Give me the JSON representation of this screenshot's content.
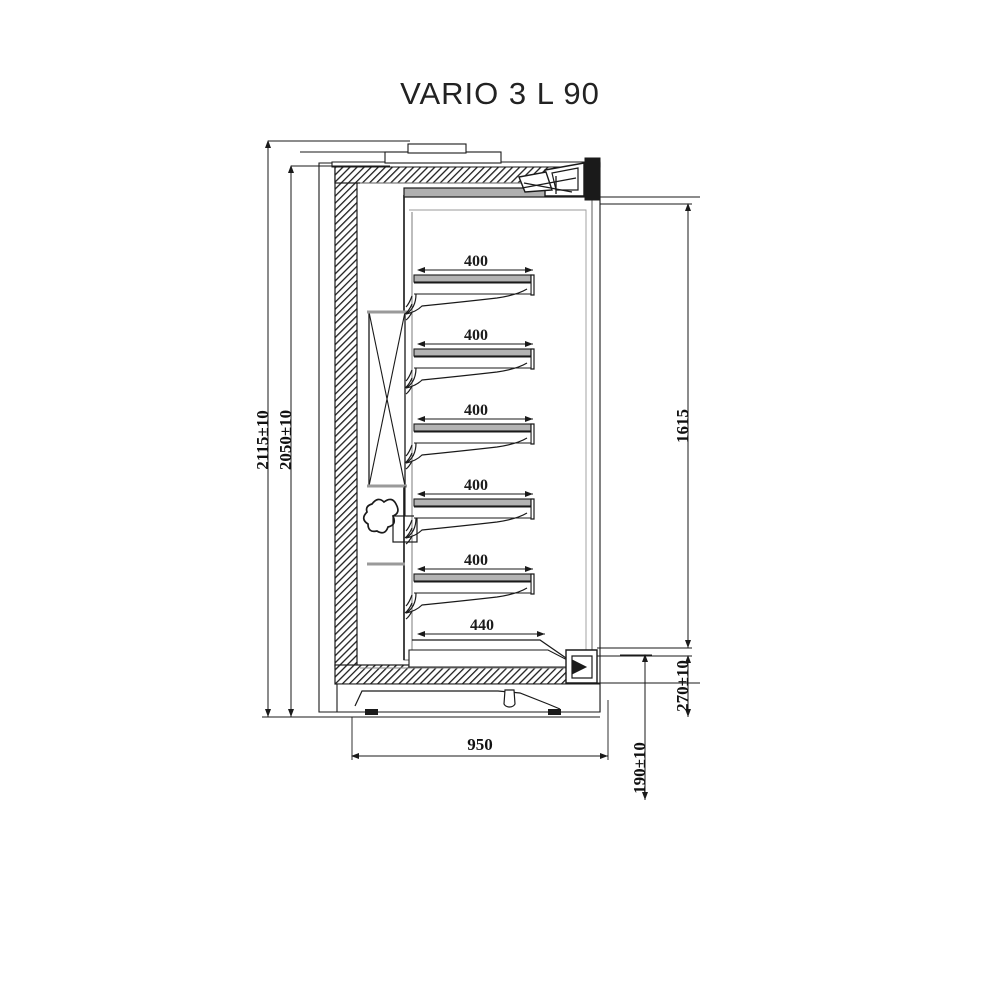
{
  "title": "VARIO 3 L 90",
  "drawing": {
    "type": "technical-section-drawing",
    "subject": "refrigerated multideck display cabinet cross-section",
    "units": "mm"
  },
  "dimensions": {
    "overall_height": "2115±10",
    "cabinet_height": "2050±10",
    "display_opening_height": "1615",
    "base_height": "270±10",
    "base_front_height": "190±10",
    "overall_depth": "950"
  },
  "shelves": [
    {
      "id": "shelf-1",
      "depth": "400"
    },
    {
      "id": "shelf-2",
      "depth": "400"
    },
    {
      "id": "shelf-3",
      "depth": "400"
    },
    {
      "id": "shelf-4",
      "depth": "400"
    },
    {
      "id": "shelf-5",
      "depth": "400"
    },
    {
      "id": "deck-base",
      "depth": "440"
    }
  ],
  "colors": {
    "line": "#1a1a1a",
    "hatch": "#2b2b2b",
    "shelf_fill": "#b9b9b9",
    "background": "#ffffff",
    "text": "#222222"
  }
}
